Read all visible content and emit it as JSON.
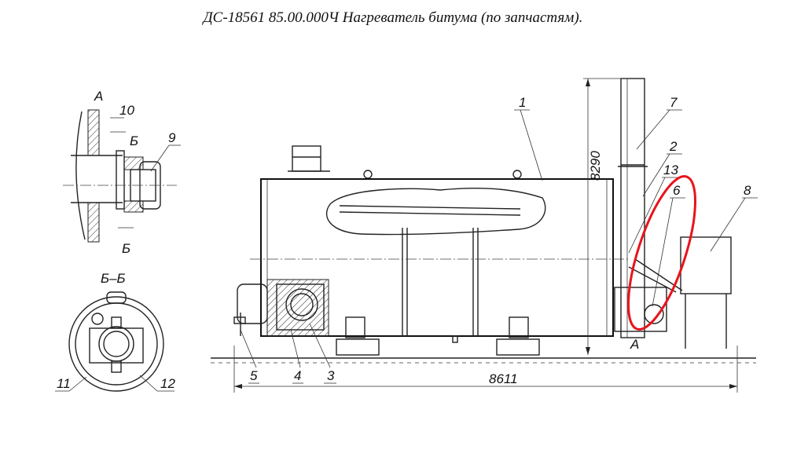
{
  "title": "ДС-18561 85.00.000Ч  Нагреватель битума  (по запчастям).",
  "view_a_label": "А",
  "section_label": "Б–Б",
  "section_mark_top": "Б",
  "section_mark_bottom": "Б",
  "view_a_marker": "А",
  "dimensions": {
    "height": "8290",
    "length": "8611"
  },
  "callouts": [
    "1",
    "2",
    "3",
    "4",
    "5",
    "6",
    "7",
    "8",
    "9",
    "10",
    "11",
    "12",
    "13"
  ],
  "highlight_color": "#e8141c"
}
